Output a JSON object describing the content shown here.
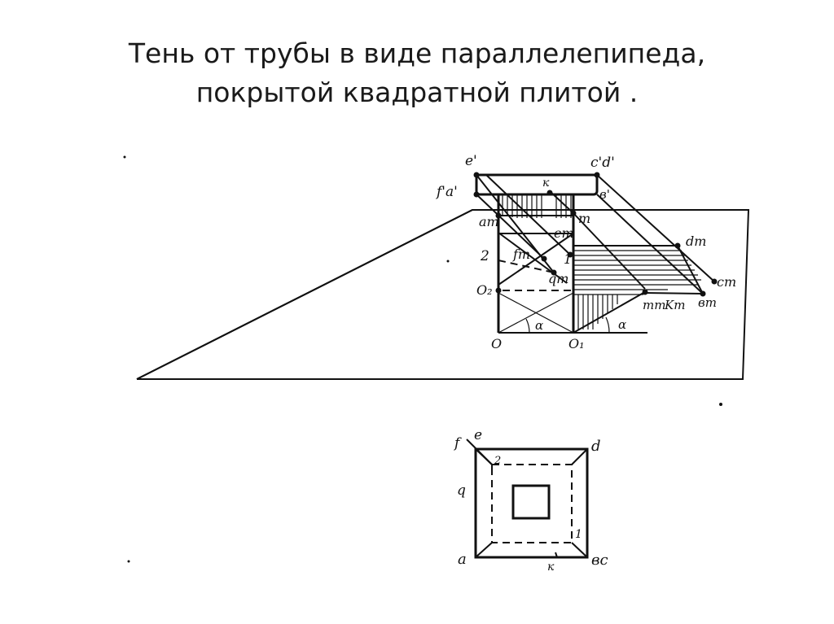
{
  "title": {
    "line1": "Тень от трубы в виде параллелепипеда,",
    "line2": "покрытой квадратной плитой ."
  },
  "elevation_labels": {
    "e_prime": "e'",
    "cd_prime": "c'd'",
    "fa_prime": "f'a'",
    "k": "к",
    "b_prime": "в'",
    "a_t": "aт",
    "m": "m",
    "e_t": "eт",
    "num_2": "2",
    "f_t": "fт",
    "num_1": "1",
    "d_t": "dт",
    "g_t": "qт",
    "o2": "O₂",
    "c_t": "cт",
    "m_t": "mт",
    "k_t": "Kт",
    "b_t": "вт",
    "alpha_left": "α",
    "alpha_right": "α",
    "o": "O",
    "o1": "O₁"
  },
  "plan_labels": {
    "f": "f",
    "e": "e",
    "d": "d",
    "num_2": "2",
    "g": "q",
    "num_1": "1",
    "a": "a",
    "k": "к",
    "bc": "вс"
  }
}
